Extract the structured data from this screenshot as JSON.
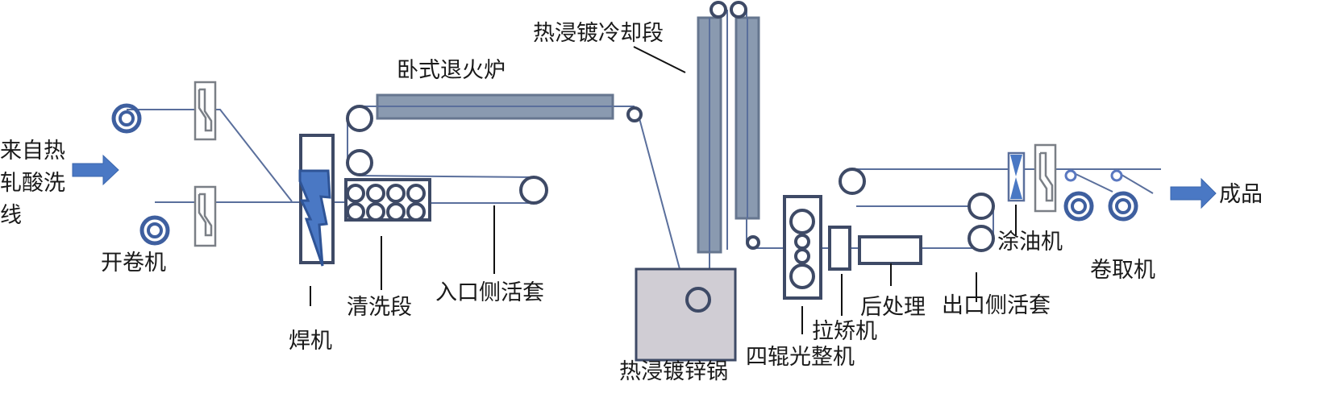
{
  "labels": {
    "source": [
      "来自热",
      "轧酸洗",
      "线"
    ],
    "uncoiler": "开卷机",
    "welder": "焊机",
    "cleaning": "清洗段",
    "entry_looper": "入口侧活套",
    "furnace": "卧式退火炉",
    "cooling": "热浸镀冷却段",
    "zinc_pot": "热浸镀锌锅",
    "skin_pass": "四辊光整机",
    "tension_leveler": "拉矫机",
    "post_treatment": "后处理",
    "exit_looper": "出口侧活套",
    "oiler": "涂油机",
    "coiler": "卷取机",
    "product": "成品"
  },
  "colors": {
    "strip": "#5a6f9c",
    "accent": "#4a78c4",
    "furnace": "#8a9ab0",
    "pot": "#d0cdd4",
    "equipment": "#3e4a66"
  }
}
